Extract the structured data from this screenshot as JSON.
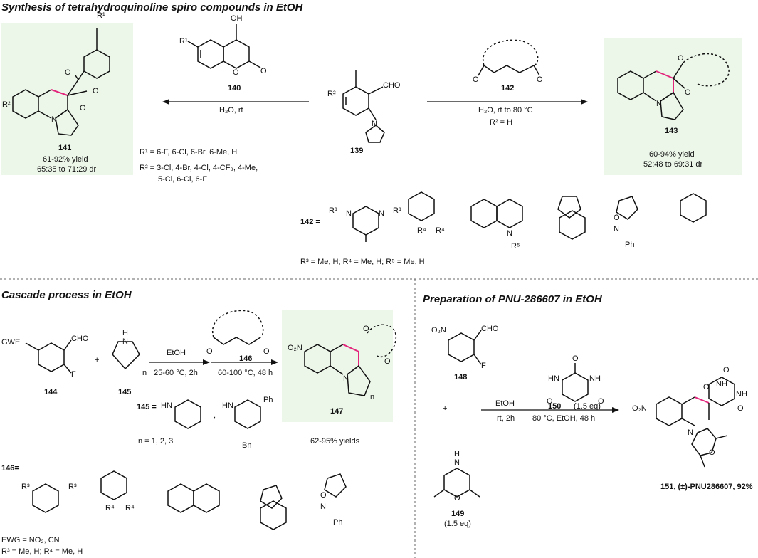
{
  "headers": {
    "top": "Synthesis of tetrahydroquinoline spiro compounds in EtOH",
    "cascade": "Cascade process in EtOH",
    "pnu": "Preparation of PNU-286607 in EtOH"
  },
  "compounds": {
    "c139": "139",
    "c140": "140",
    "c141": "141",
    "c142": "142",
    "c143": "143",
    "c144": "144",
    "c145": "145",
    "c146": "146",
    "c147": "147",
    "c148": "148",
    "c149": "149",
    "c150": "150",
    "c151": "151, (±)-PNU286607, 92%"
  },
  "conditions": {
    "left_top": "H₂O, rt",
    "right_top1": "H₂O, rt to 80 °C",
    "right_top2": "R² = H",
    "cascade1_top": "EtOH",
    "cascade1_bot": "25-60 °C, 2h",
    "cascade2_bot": "60-100 °C, 48 h",
    "pnu_top": "EtOH",
    "pnu_mid": "rt, 2h",
    "pnu_bot": "80 °C, EtOH, 48 h",
    "eq150": "(1.5 eq)",
    "eq149": "(1.5 eq)"
  },
  "yields": {
    "y141a": "61-92% yield",
    "y141b": "65:35 to 71:29 dr",
    "y143a": "60-94% yield",
    "y143b": "52:48 to 69:31 dr",
    "y147": "62-95% yields"
  },
  "substituents": {
    "r1": "R¹ = 6-F, 6-Cl, 6-Br, 6-Me, H",
    "r2a": "R² = 3-Cl, 4-Br, 4-Cl, 4-CF₃, 4-Me,",
    "r2b": "5-Cl, 6-Cl, 6-F",
    "r345": "R³ = Me, H; R⁴ = Me, H; R⁵ = Me, H",
    "ewg": "EWG = NO₂, CN",
    "r34": "R³ = Me, H; R⁴ = Me, H",
    "n": "n = 1, 2, 3",
    "list142": "142 =",
    "list145": "145 =",
    "list146": "146="
  },
  "atoms": {
    "OH": "OH",
    "O": "O",
    "N": "N",
    "H": "H",
    "HN": "HN",
    "NH": "NH",
    "CHO": "CHO",
    "GWE": "GWE",
    "F": "F",
    "O2N": "O₂N",
    "Ph": "Ph",
    "Bn": "Bn",
    "n": "n",
    "R1": "R¹",
    "R2": "R²",
    "R3": "R³",
    "R4": "R⁴",
    "R5": "R⁵",
    "plus": "+",
    "comma": ","
  },
  "colors": {
    "highlight_box": "#ecf7ea",
    "new_bond": "#e3267c"
  }
}
